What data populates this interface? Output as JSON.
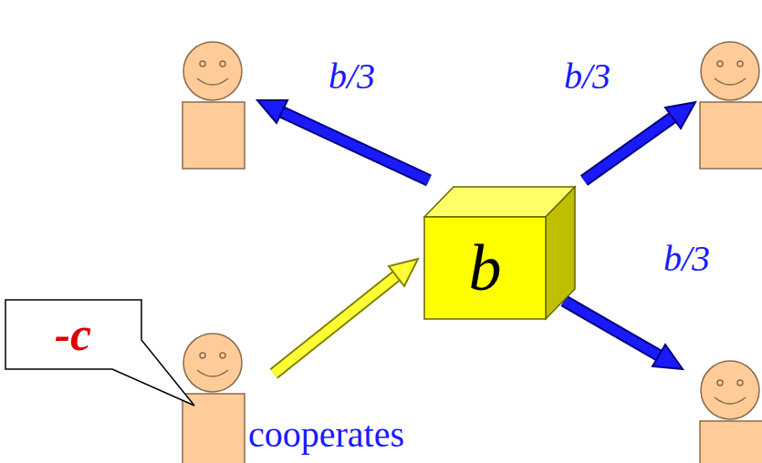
{
  "diagram": {
    "nodes": [
      {
        "text": [
          "-c"
        ]
      },
      {
        "text": [
          "b"
        ]
      }
    ],
    "labels": [
      "b/3",
      "b/3",
      "b/3",
      "cooperates"
    ]
  }
}
